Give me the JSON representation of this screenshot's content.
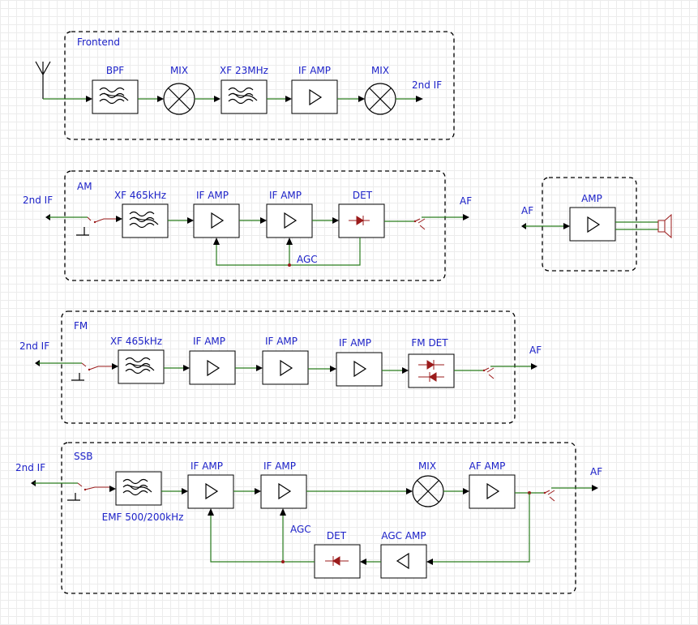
{
  "groups": {
    "frontend": "Frontend",
    "am": "AM",
    "fm": "FM",
    "ssb": "SSB"
  },
  "frontend": {
    "bpf": "BPF",
    "mix1": "MIX",
    "xf": "XF 23MHz",
    "if_amp": "IF AMP",
    "mix2": "MIX",
    "out": "2nd IF"
  },
  "am": {
    "in": "2nd IF",
    "xf": "XF 465kHz",
    "if_amp1": "IF AMP",
    "if_amp2": "IF AMP",
    "det": "DET",
    "agc": "AGC",
    "out": "AF"
  },
  "amp": {
    "in": "AF",
    "amp": "AMP"
  },
  "fm": {
    "in": "2nd IF",
    "xf": "XF 465kHz",
    "if_amp1": "IF AMP",
    "if_amp2": "IF AMP",
    "if_amp3": "IF AMP",
    "det": "FM DET",
    "out": "AF"
  },
  "ssb": {
    "in": "2nd IF",
    "emf": "EMF 500/200kHz",
    "if_amp1": "IF AMP",
    "if_amp2": "IF AMP",
    "mix": "MIX",
    "af_amp": "AF AMP",
    "agc": "AGC",
    "det": "DET",
    "agc_amp": "AGC AMP",
    "out": "AF"
  },
  "colors": {
    "label": "#1d22c8",
    "wire": "#2a7d1e",
    "component": "#9b1b1b"
  }
}
